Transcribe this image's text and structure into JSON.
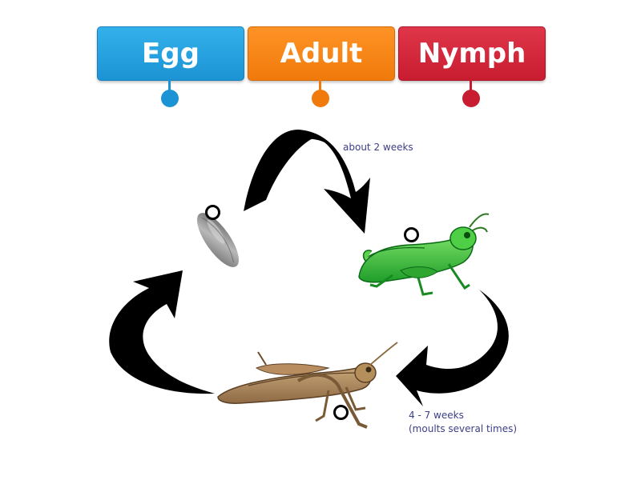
{
  "labels": {
    "egg": "Egg",
    "adult": "Adult",
    "nymph": "Nymph"
  },
  "colors": {
    "egg": "#1c93d4",
    "adult": "#f07a0b",
    "nymph": "#c81c30"
  },
  "captions": {
    "top": "about 2 weeks",
    "bottom_line1": "4 - 7 weeks",
    "bottom_line2": "(moults several times)"
  },
  "icons": [
    "egg-image",
    "nymph-grasshopper-image",
    "adult-grasshopper-image",
    "cycle-arrow-icon",
    "drop-target-icon"
  ]
}
